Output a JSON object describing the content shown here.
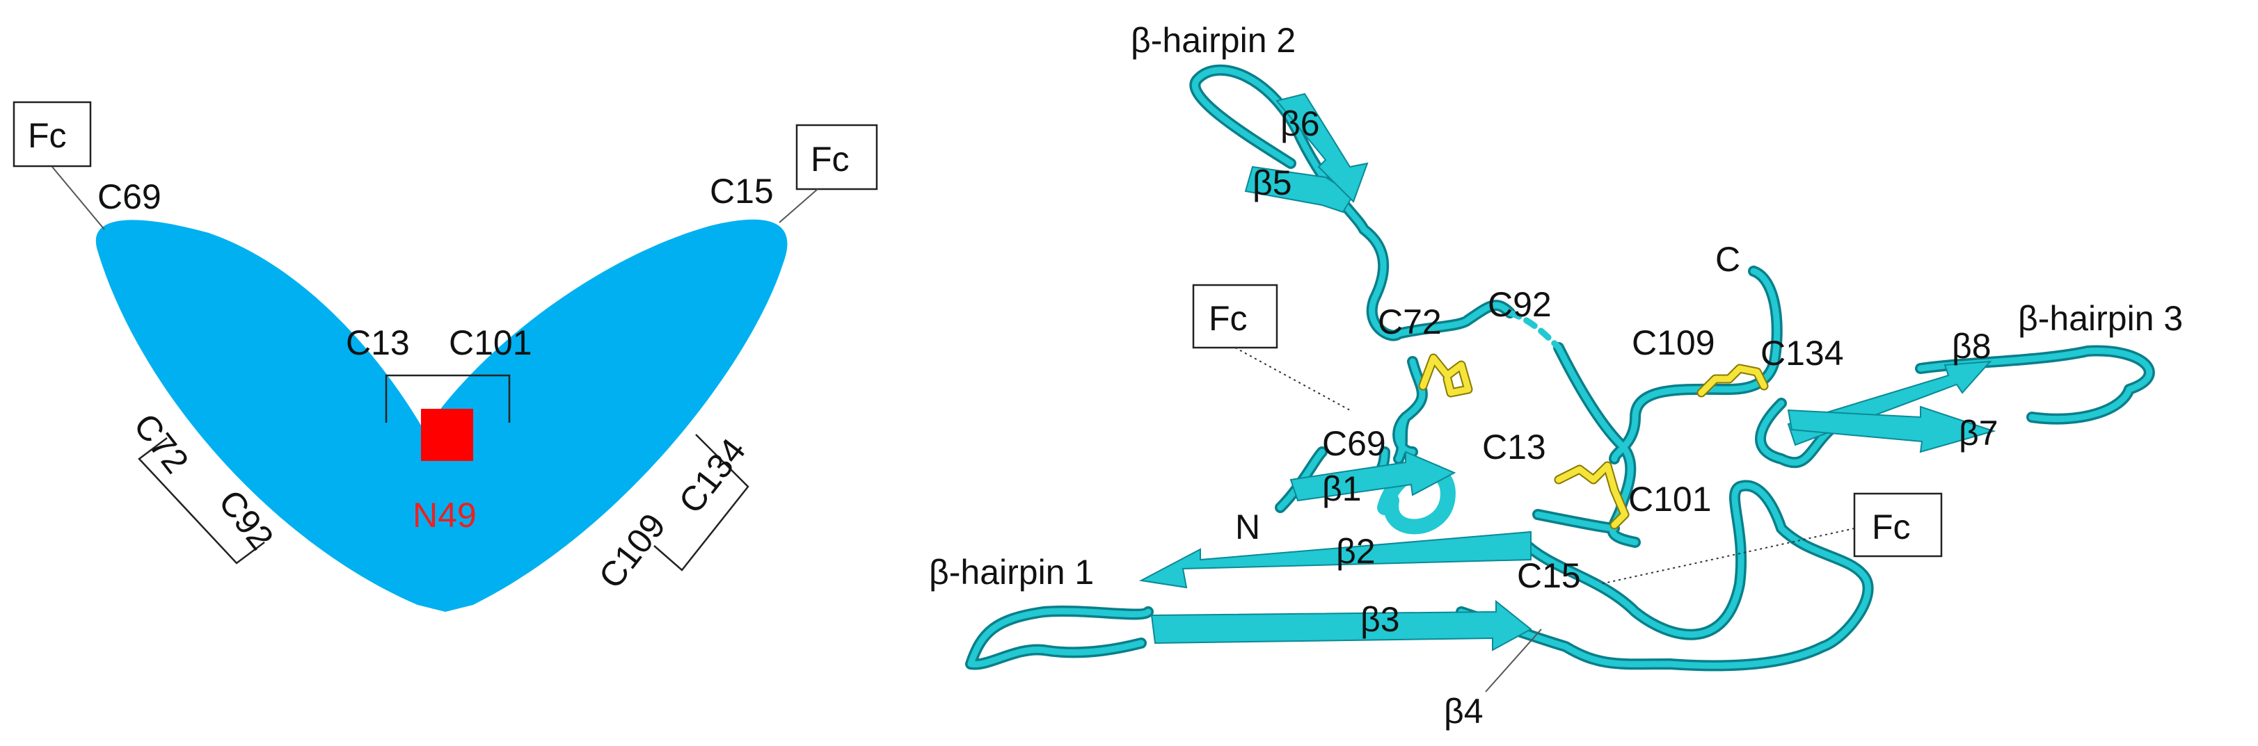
{
  "schematic": {
    "fc_left": "Fc",
    "fc_right": "Fc",
    "c69": "C69",
    "c15": "C15",
    "c13": "C13",
    "c101": "C101",
    "c72": "C72",
    "c92": "C92",
    "c109": "C109",
    "c134": "C134",
    "n49": "N49"
  },
  "structure": {
    "hairpin2": "β-hairpin 2",
    "hairpin1": "β-hairpin 1",
    "hairpin3": "β-hairpin 3",
    "b1": "β1",
    "b2": "β2",
    "b3": "β3",
    "b4": "β4",
    "b5": "β5",
    "b6": "β6",
    "b7": "β7",
    "b8": "β8",
    "fc_left": "Fc",
    "fc_right": "Fc",
    "c72": "C72",
    "c92": "C92",
    "c109": "C109",
    "c134": "C134",
    "c69": "C69",
    "c13": "C13",
    "c101": "C101",
    "c15": "C15",
    "n_term": "N",
    "c_term": "C"
  },
  "colors": {
    "body": "#00b0f0",
    "glycan": "#ff0000",
    "n49_text": "#ee2020",
    "protein": "#22c8d2",
    "disulfide": "#f5e43a"
  }
}
